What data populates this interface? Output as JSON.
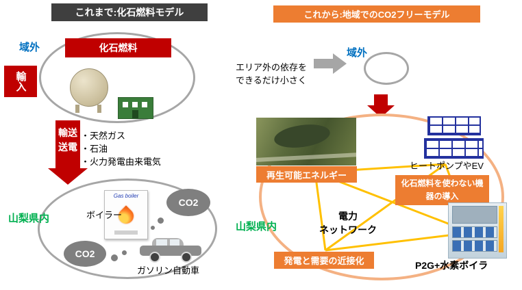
{
  "headers": {
    "past": "これまで:化石燃料モデル",
    "future": "これから:地域でのCO2フリーモデル"
  },
  "left": {
    "outside_label": "域外",
    "fossil_fuel": "化石燃料",
    "import": "輸入",
    "transport": "輸送\n送電",
    "transport_items": [
      "・天然ガス",
      "・石油",
      "・火力発電由来電気"
    ],
    "prefecture": "山梨県内",
    "boiler": "ボイラー",
    "boiler_brand": "Gas boiler",
    "co2_top": "CO2",
    "co2_bottom": "CO2",
    "car": "ガソリン自動車"
  },
  "middle": {
    "note": "エリア外の依存を\nできるだけ小さく",
    "outside_label": "域外"
  },
  "right": {
    "renewable": "再生可能エネルギー",
    "heatpump": "ヒートポンプやEV",
    "no_fossil_devices": "化石燃料を使わない機\n器の導入",
    "prefecture": "山梨県内",
    "network": "電力\nネットワーク",
    "proximity": "発電と需要の近接化",
    "p2g": "P2G+水素ボイラ"
  },
  "colors": {
    "dark_header": "#3f3f3f",
    "orange": "#ED7D31",
    "red": "#C00000",
    "blue": "#0070C0",
    "green": "#00B050",
    "gray_border": "#A6A6A6",
    "ellipse_orange": "#F4B183",
    "network_yellow": "#FFC000"
  }
}
